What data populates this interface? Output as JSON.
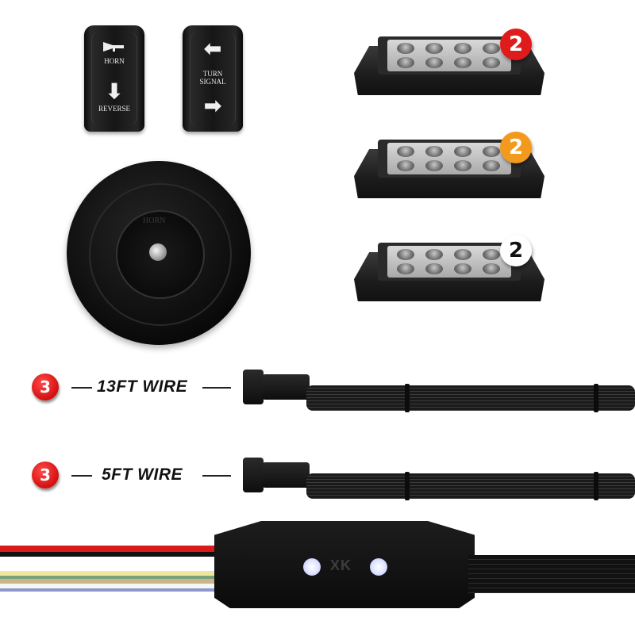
{
  "switches": [
    {
      "label_top": "HORN",
      "label_bottom": "REVERSE",
      "icons": [
        "horn-icon",
        "arrow-down-icon"
      ]
    },
    {
      "label_middle_line1": "TURN",
      "label_middle_line2": "SIGNAL",
      "icons": [
        "arrow-left-icon",
        "arrow-right-icon"
      ]
    }
  ],
  "horn": {
    "embossed_text": "HORN"
  },
  "pods": [
    {
      "quantity": "2",
      "badge_color": "#e01b1b",
      "badge_text_color": "#ffffff"
    },
    {
      "quantity": "2",
      "badge_color": "#f39a1c",
      "badge_text_color": "#ffffff"
    },
    {
      "quantity": "2",
      "badge_color": "#ffffff",
      "badge_text_color": "#111111"
    }
  ],
  "wires": [
    {
      "quantity": "3",
      "label": "13FT WIRE"
    },
    {
      "quantity": "3",
      "label": "5FT WIRE"
    }
  ],
  "controller": {
    "logo": "XK",
    "input_wire_colors": [
      "#d81a1a",
      "#111111",
      "#efe6a0",
      "#7aa27a",
      "#c9b58c",
      "#f6f6f6",
      "#8d97cf"
    ]
  },
  "colors": {
    "badge_red": "#e01b1b",
    "badge_orange": "#f39a1c",
    "background": "#ffffff"
  }
}
